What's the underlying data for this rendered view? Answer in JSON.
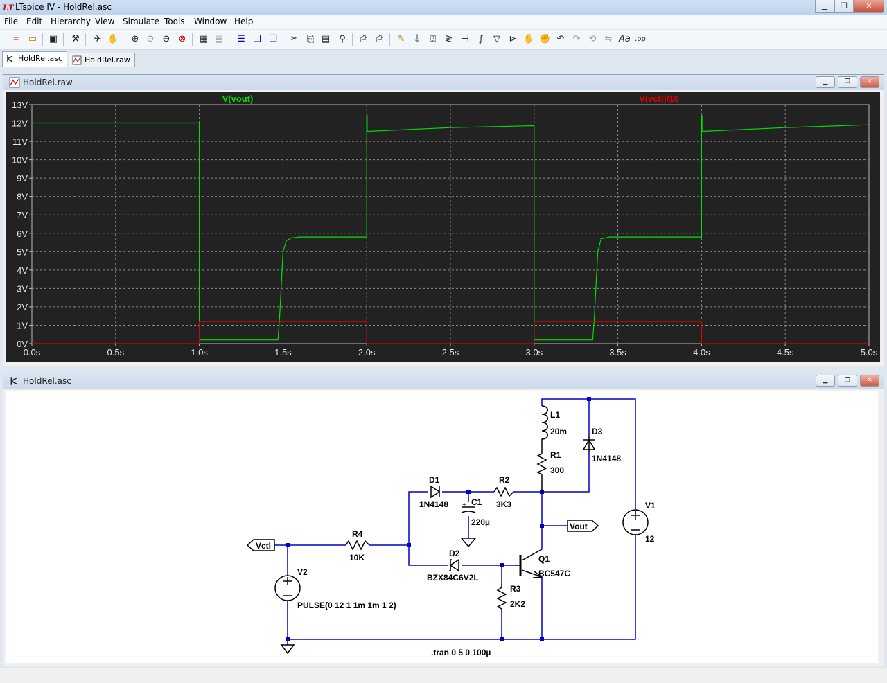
{
  "window": {
    "title": "LTspice IV - HoldRel.asc"
  },
  "menu": [
    "File",
    "Edit",
    "Hierarchy",
    "View",
    "Simulate",
    "Tools",
    "Window",
    "Help"
  ],
  "tabs": [
    {
      "label": "HoldRel.asc",
      "active": true
    },
    {
      "label": "HoldRel.raw",
      "active": false
    }
  ],
  "plot_window": {
    "title": "HoldRel.raw",
    "trace_labels": [
      "V(vout)",
      "V(vctl)/10"
    ]
  },
  "schematic_window": {
    "title": "HoldRel.asc",
    "components": {
      "L1": {
        "ref": "L1",
        "value": "20m"
      },
      "D3": {
        "ref": "D3",
        "value": "1N4148"
      },
      "R1": {
        "ref": "R1",
        "value": "300"
      },
      "D1": {
        "ref": "D1",
        "value": "1N4148"
      },
      "R2": {
        "ref": "R2",
        "value": "3K3"
      },
      "C1": {
        "ref": "C1",
        "value": "220µ"
      },
      "V1": {
        "ref": "V1",
        "value": "12"
      },
      "R4": {
        "ref": "R4",
        "value": "10K"
      },
      "D2": {
        "ref": "D2",
        "value": "BZX84C6V2L"
      },
      "Q1": {
        "ref": "Q1",
        "value": "BC547C"
      },
      "R3": {
        "ref": "R3",
        "value": "2K2"
      },
      "V2": {
        "ref": "V2",
        "value": "PULSE(0 12 1 1m 1m 1 2)"
      }
    },
    "net_labels": {
      "vout": "Vout",
      "vctl": "Vctl"
    },
    "directive": ".tran 0 5 0 100µ"
  },
  "colors": {
    "plot_bg": "#222222",
    "trace_vout": "#00e000",
    "trace_vctl": "#e00000",
    "wire": "#0000c8",
    "grid": "#8c8c8c",
    "axis_text": "#e6e6e6"
  },
  "chart_data": {
    "type": "line",
    "title": "",
    "xlabel": "",
    "ylabel": "",
    "xlim": [
      0,
      5
    ],
    "ylim": [
      0,
      13
    ],
    "x_ticks": [
      "0.0s",
      "0.5s",
      "1.0s",
      "1.5s",
      "2.0s",
      "2.5s",
      "3.0s",
      "3.5s",
      "4.0s",
      "4.5s",
      "5.0s"
    ],
    "y_ticks": [
      "0V",
      "1V",
      "2V",
      "3V",
      "4V",
      "5V",
      "6V",
      "7V",
      "8V",
      "9V",
      "10V",
      "11V",
      "12V",
      "13V"
    ],
    "grid": true,
    "series": [
      {
        "name": "V(vout)",
        "color": "#00e000",
        "x": [
          0,
          1.0,
          1.0,
          1.47,
          1.48,
          1.5,
          1.52,
          1.55,
          1.6,
          2.0,
          2.0,
          2.003,
          2.003,
          2.5,
          3.0,
          3.0,
          3.35,
          3.36,
          3.38,
          3.4,
          3.45,
          4.0,
          4.0,
          4.003,
          4.003,
          4.5,
          5.0
        ],
        "y": [
          12,
          12,
          0.2,
          0.2,
          1.5,
          5.0,
          5.6,
          5.75,
          5.8,
          5.8,
          12.4,
          12.4,
          11.55,
          11.75,
          11.85,
          0.2,
          0.2,
          1.5,
          5.0,
          5.7,
          5.8,
          5.8,
          12.4,
          12.4,
          11.55,
          11.75,
          11.9
        ]
      },
      {
        "name": "V(vctl)/10",
        "color": "#e00000",
        "x": [
          0,
          1.0,
          1.0,
          2.0,
          2.0,
          3.0,
          3.0,
          4.0,
          4.0,
          5.0
        ],
        "y": [
          0,
          0,
          1.2,
          1.2,
          0,
          0,
          1.2,
          1.2,
          0,
          0
        ]
      }
    ]
  }
}
